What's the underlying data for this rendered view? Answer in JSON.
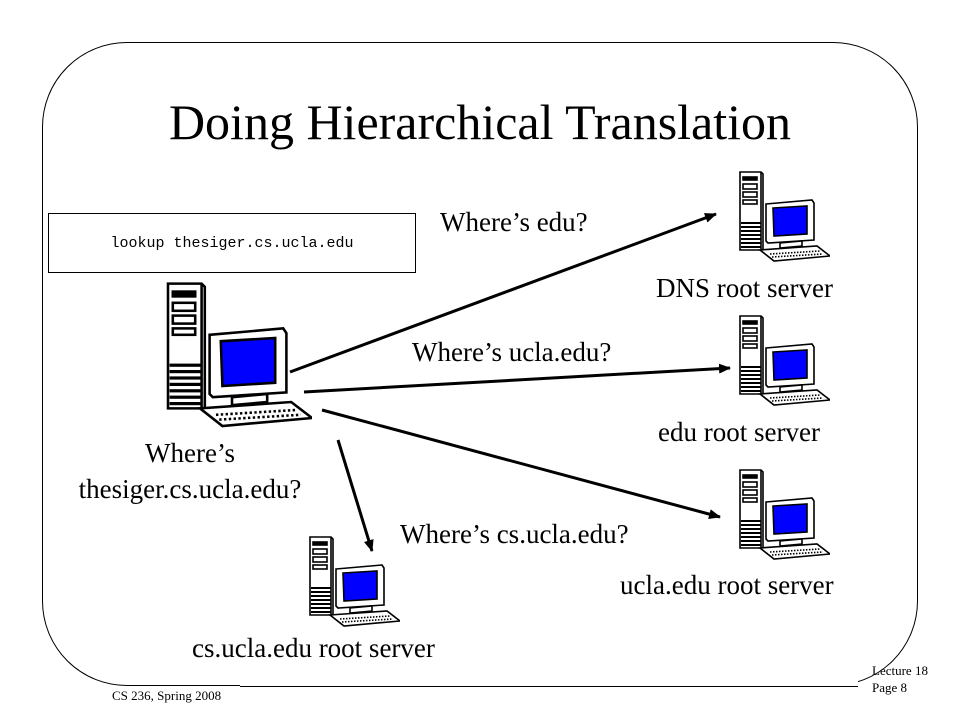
{
  "slide": {
    "title": "Doing Hierarchical Translation",
    "command": "lookup thesiger.cs.ucla.edu",
    "footer_left": "CS 236, Spring 2008",
    "footer_right_line1": "Lecture 18",
    "footer_right_line2": "Page 8"
  },
  "client": {
    "question_line1": "Where’s",
    "question_line2": "thesiger.cs.ucla.edu?"
  },
  "queries": [
    "Where’s edu?",
    "Where’s ucla.edu?",
    "Where’s cs.ucla.edu?"
  ],
  "servers": [
    "DNS root server",
    "edu root server",
    "ucla.edu root server",
    "cs.ucla.edu root server"
  ],
  "colors": {
    "screen": "#0000ff",
    "line": "#000000",
    "background": "#ffffff"
  },
  "icons": {
    "computer": "desktop-computer-icon",
    "arrow": "arrow-icon"
  }
}
